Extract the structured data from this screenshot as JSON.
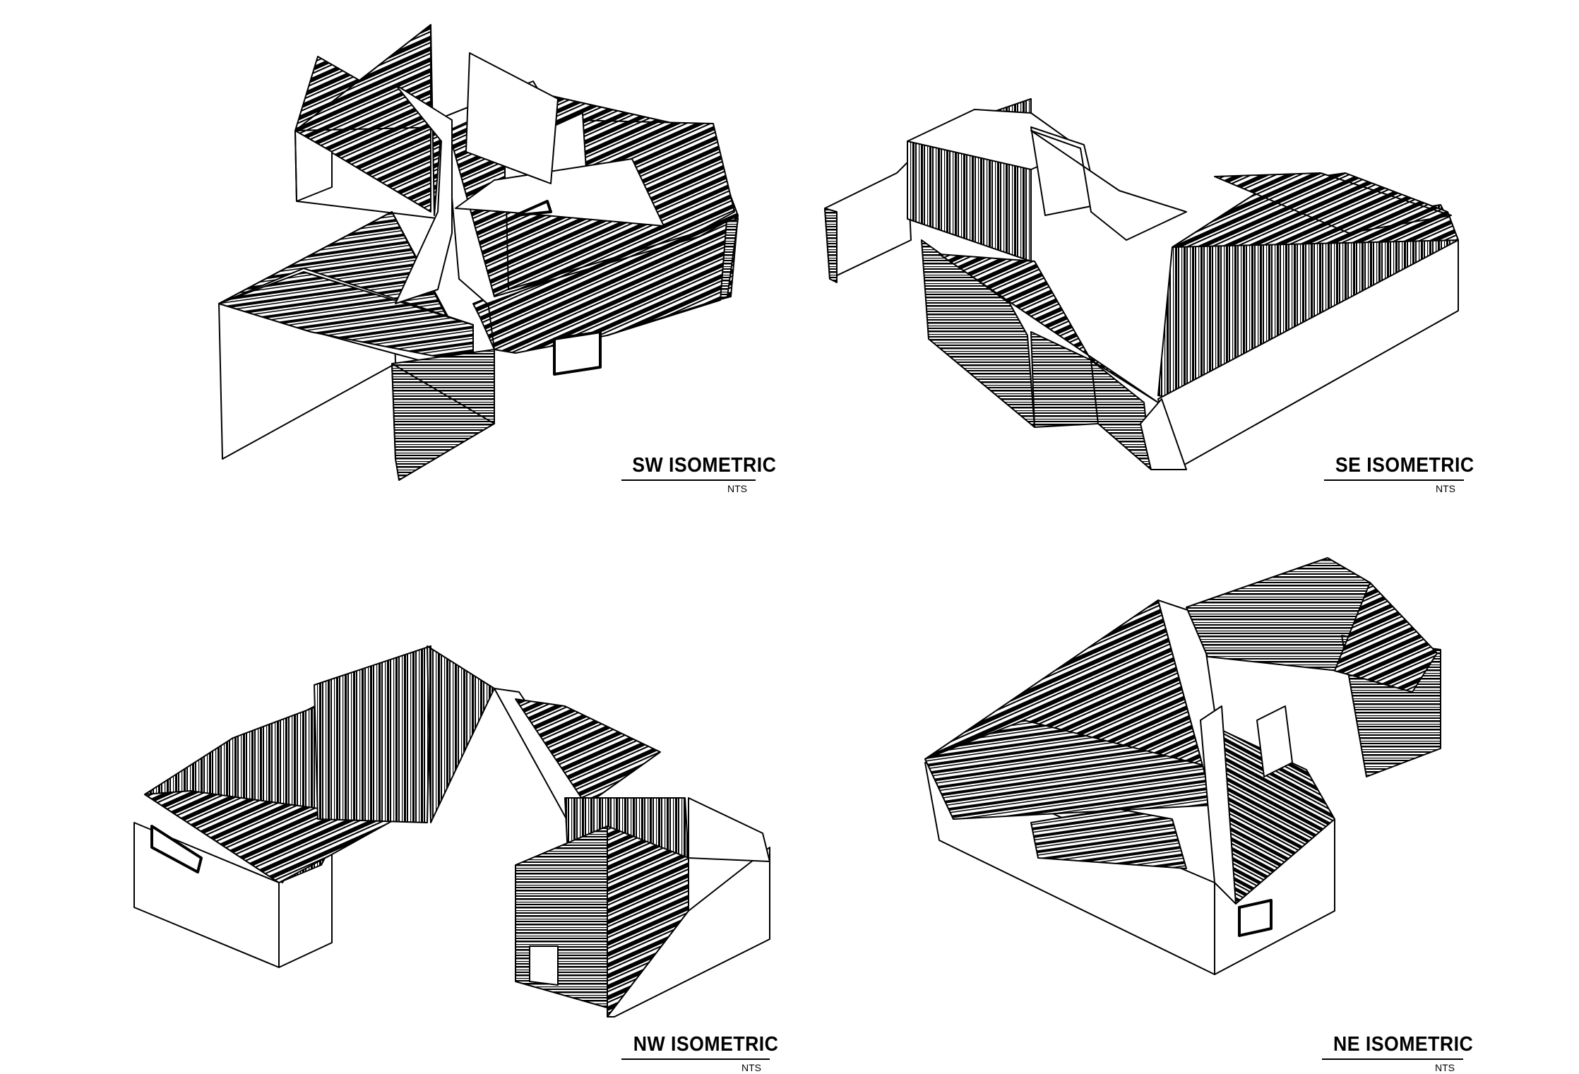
{
  "views": [
    {
      "id": "sw",
      "title": "SW ISOMETRIC",
      "scale": "NTS"
    },
    {
      "id": "se",
      "title": "SE ISOMETRIC",
      "scale": "NTS"
    },
    {
      "id": "nw",
      "title": "NW ISOMETRIC",
      "scale": "NTS"
    },
    {
      "id": "ne",
      "title": "NE ISOMETRIC",
      "scale": "NTS"
    }
  ],
  "colors": {
    "ink": "#000000",
    "paper": "#ffffff"
  }
}
